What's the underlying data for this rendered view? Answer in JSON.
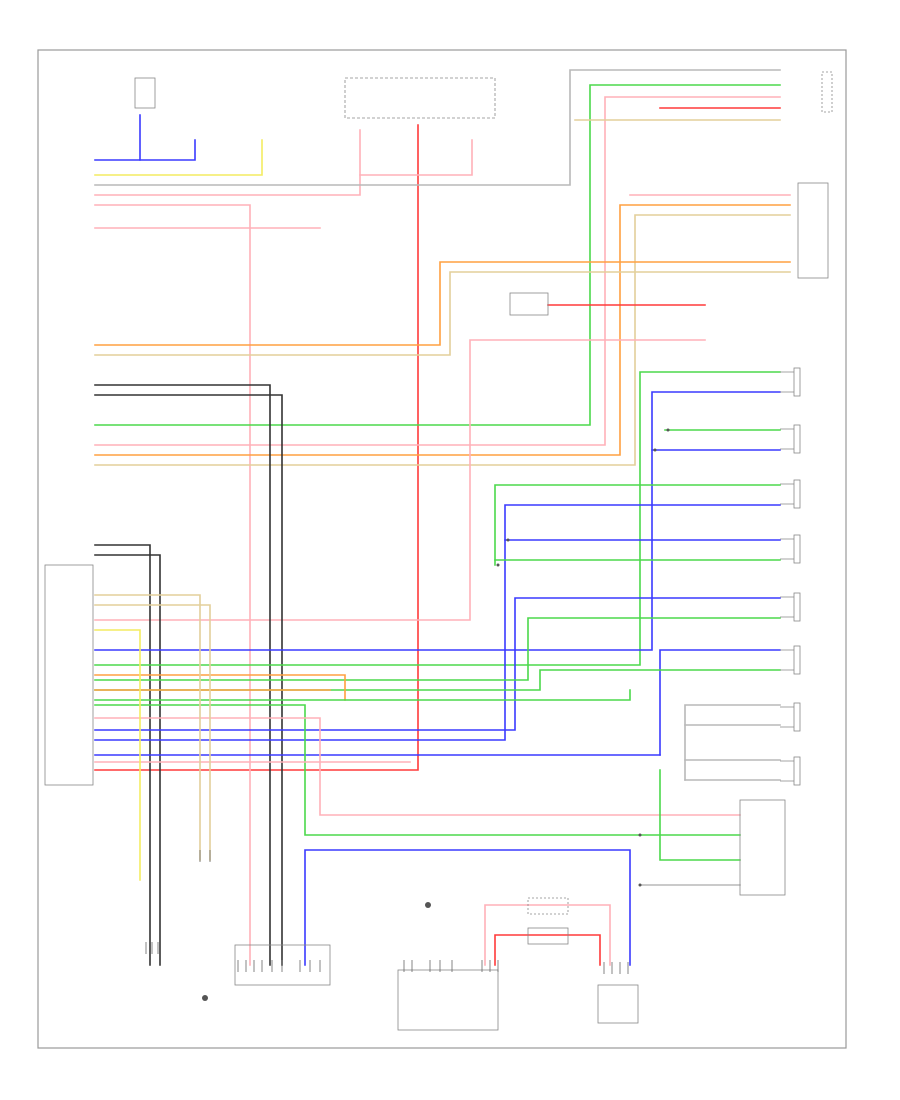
{
  "diagram": {
    "colors": {
      "red": "#ff3a3a",
      "pink": "#ffb0b8",
      "green": "#4bd84b",
      "blue": "#3a3aff",
      "orange": "#ffa040",
      "yellow": "#f3ec60",
      "tan": "#e3cf9a",
      "black": "#333333",
      "gray": "#b8b8b8",
      "lightgreen": "#90ee90"
    },
    "components": [
      {
        "id": "left-module-box",
        "label": ""
      },
      {
        "id": "top-fuse-box",
        "label": ""
      },
      {
        "id": "right-top-connector",
        "label": ""
      },
      {
        "id": "right-mid-connector",
        "label": ""
      },
      {
        "id": "small-center-module",
        "label": ""
      },
      {
        "id": "bottom-module-1",
        "label": ""
      },
      {
        "id": "bottom-module-2",
        "label": ""
      },
      {
        "id": "bottom-right-box",
        "label": ""
      },
      {
        "id": "right-lower-box",
        "label": ""
      }
    ],
    "speakers": [
      {
        "id": "speaker-1"
      },
      {
        "id": "speaker-2"
      },
      {
        "id": "speaker-3"
      },
      {
        "id": "speaker-4"
      },
      {
        "id": "speaker-5"
      },
      {
        "id": "speaker-6"
      },
      {
        "id": "speaker-7"
      },
      {
        "id": "speaker-8"
      }
    ],
    "footer_code": ""
  }
}
